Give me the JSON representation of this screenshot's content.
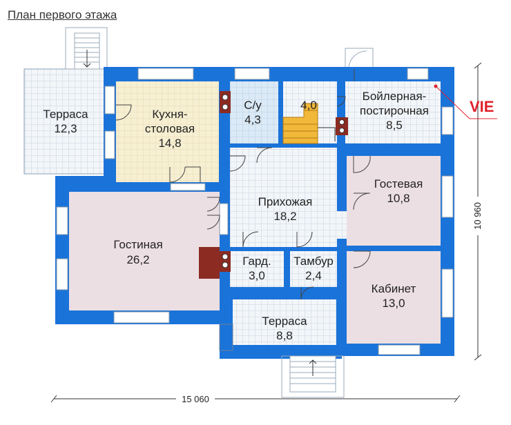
{
  "header": {
    "title": "План первого этажа"
  },
  "rooms": {
    "terrace_left": {
      "name": "Терраса",
      "area": "12,3"
    },
    "kitchen": {
      "name_line1": "Кухня-",
      "name_line2": "столовая",
      "area": "14,8"
    },
    "bathroom": {
      "name": "С/у",
      "area": "4,3"
    },
    "stair_area": {
      "area": "4,0"
    },
    "boiler": {
      "name_line1": "Бойлерная-",
      "name_line2": "постирочная",
      "area": "8,5"
    },
    "hall": {
      "name": "Прихожая",
      "area": "18,2"
    },
    "guest": {
      "name": "Гостевая",
      "area": "10,8"
    },
    "living": {
      "name": "Гостиная",
      "area": "26,2"
    },
    "wardrobe": {
      "name": "Гард.",
      "area": "3,0"
    },
    "vestibule": {
      "name": "Тамбур",
      "area": "2,4"
    },
    "study": {
      "name": "Кабинет",
      "area": "13,0"
    },
    "terrace_bottom": {
      "name": "Терраса",
      "area": "8,8"
    }
  },
  "dimensions": {
    "width": "15 060",
    "depth": "10 960"
  },
  "logo": {
    "text": "VIE"
  },
  "colors": {
    "wall": "#1a73d9",
    "tile_fill": "#f3f6f9",
    "tile_grid": "#c7d3df",
    "kitchen": "#f7efd2",
    "living": "#ecdfe3",
    "guest": "#ecdfe3",
    "study": "#ecdfe3",
    "bathroom": "#dbeaf6",
    "stairs": "#f2b83a",
    "fireplace": "#8b2b22",
    "logo": "#e0202a"
  }
}
